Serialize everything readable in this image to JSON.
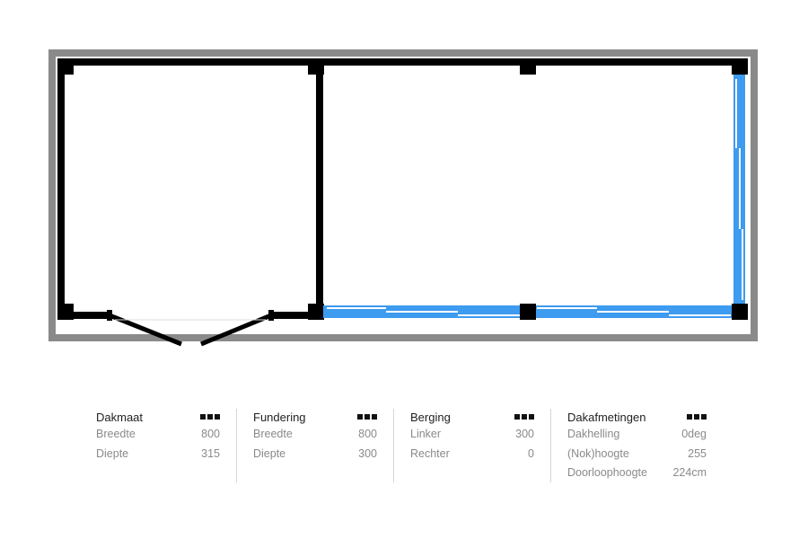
{
  "plan": {
    "colors": {
      "frame": "#8a8a8a",
      "wall": "#000000",
      "glass": "#3d9bf0",
      "floor": "#ffffff"
    }
  },
  "specs": [
    {
      "title": "Dakmaat",
      "rows": [
        {
          "label": "Breedte",
          "value": "800"
        },
        {
          "label": "Diepte",
          "value": "315"
        }
      ]
    },
    {
      "title": "Fundering",
      "rows": [
        {
          "label": "Breedte",
          "value": "800"
        },
        {
          "label": "Diepte",
          "value": "300"
        }
      ]
    },
    {
      "title": "Berging",
      "rows": [
        {
          "label": "Linker",
          "value": "300"
        },
        {
          "label": "Rechter",
          "value": "0"
        }
      ]
    },
    {
      "title": "Dakafmetingen",
      "rows": [
        {
          "label": "Dakhelling",
          "value": "0deg"
        },
        {
          "label": "(Nok)hoogte",
          "value": "255"
        },
        {
          "label": "Doorloophoogte",
          "value": "224cm"
        }
      ]
    }
  ]
}
